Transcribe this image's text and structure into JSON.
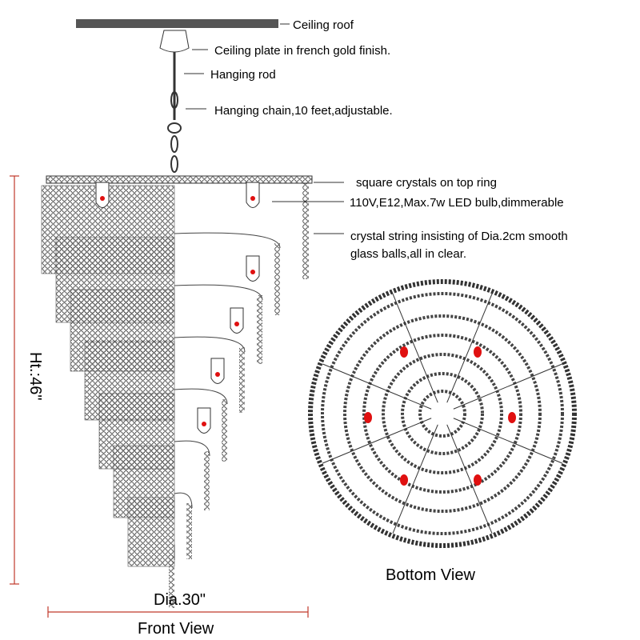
{
  "labels": {
    "ceiling_roof": "Ceiling roof",
    "ceiling_plate": "Ceiling plate in french gold finish.",
    "hanging_rod": "Hanging rod",
    "hanging_chain": "Hanging chain,10 feet,adjustable.",
    "square_crystals": "square crystals on top ring",
    "bulb": "110V,E12,Max.7w LED bulb,dimmerable",
    "crystal_string_1": "crystal string insisting of Dia.2cm smooth",
    "crystal_string_2": "glass balls,all in clear."
  },
  "dimensions": {
    "height": "Ht.:46\"",
    "diameter": "Dia.30\""
  },
  "views": {
    "front": "Front View",
    "bottom": "Bottom View"
  },
  "colors": {
    "dimension_line": "#c0392b",
    "bulb": "#e01010",
    "line": "#333333"
  }
}
